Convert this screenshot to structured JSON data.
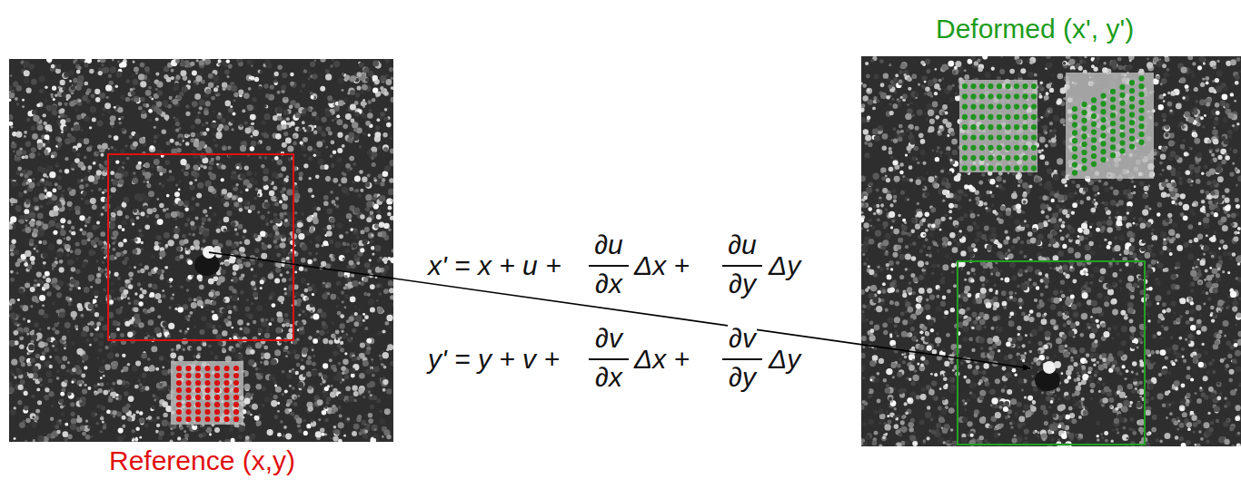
{
  "diagram": {
    "nodes": [
      {
        "text": [
          "Reference (x,y)"
        ]
      },
      {
        "text": [
          "Deformed (x', y')"
        ]
      }
    ],
    "edges": [
      {
        "from": 0,
        "to": 1,
        "arrow": "to"
      }
    ],
    "labels": [
      "x' = x + u +",
      "∂u",
      "∂x",
      "Δx +",
      "∂u",
      "∂y",
      "Δy",
      "y' = y + v +",
      "∂v",
      "∂x",
      "Δx +",
      "∂v",
      "∂y",
      "Δy"
    ]
  }
}
